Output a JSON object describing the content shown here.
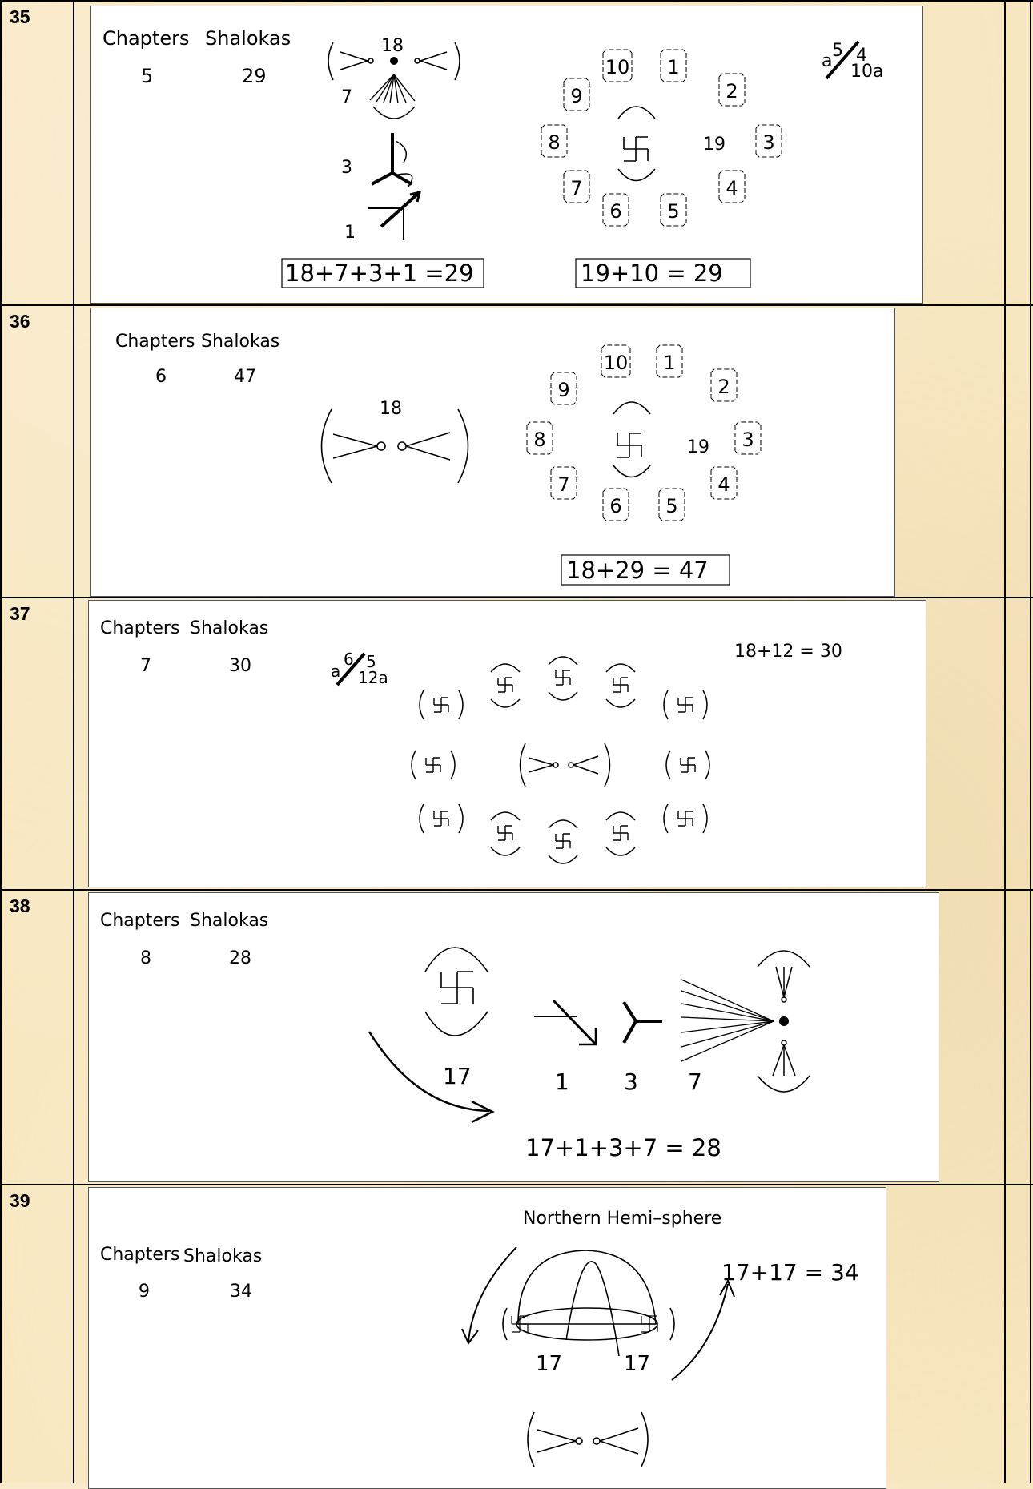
{
  "rows": [
    {
      "number": "35",
      "header": {
        "chapters": "Chapters",
        "shalokas": "Shalokas"
      },
      "chapters_value": "5",
      "shalokas_value": "29",
      "fraction": {
        "a1": "a",
        "num": "5",
        "right": "4",
        "den": "10a"
      },
      "labels": {
        "n18": "18",
        "n7": "7",
        "n3": "3",
        "n1": "1",
        "n19": "19"
      },
      "ring": [
        "10",
        "1",
        "2",
        "3",
        "4",
        "5",
        "6",
        "7",
        "8",
        "9"
      ],
      "equations": [
        "18+7+3+1  =29",
        "19+10  =  29"
      ]
    },
    {
      "number": "36",
      "header": {
        "chapters": "Chapters",
        "shalokas": "Shalokas"
      },
      "chapters_value": "6",
      "shalokas_value": "47",
      "labels": {
        "n18": "18",
        "n19": "19"
      },
      "ring": [
        "10",
        "1",
        "2",
        "3",
        "4",
        "5",
        "6",
        "7",
        "8",
        "9"
      ],
      "equations": [
        "18+29  =  47"
      ]
    },
    {
      "number": "37",
      "header": {
        "chapters": "Chapters",
        "shalokas": "Shalokas"
      },
      "chapters_value": "7",
      "shalokas_value": "30",
      "fraction": {
        "a1": "a",
        "num": "6",
        "right": "5",
        "den": "12a"
      },
      "equations": [
        "18+12  =  30"
      ]
    },
    {
      "number": "38",
      "header": {
        "chapters": "Chapters",
        "shalokas": "Shalokas"
      },
      "chapters_value": "8",
      "shalokas_value": "28",
      "labels": {
        "n17": "17",
        "n1": "1",
        "n3": "3",
        "n7": "7"
      },
      "equations": [
        "17+1+3+7  =  28"
      ]
    },
    {
      "number": "39",
      "header": {
        "chapters": "Chapters",
        "shalokas": "Shalokas"
      },
      "chapters_value": "9",
      "shalokas_value": "34",
      "title": "Northern Hemi–sphere",
      "labels": {
        "left17": "17",
        "right17": "17"
      },
      "equations": [
        "17+17  =  34"
      ]
    }
  ]
}
